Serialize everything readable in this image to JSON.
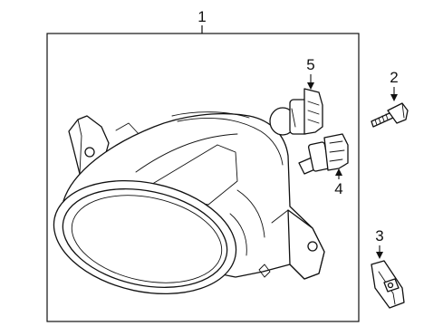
{
  "callouts": {
    "c1": "1",
    "c2": "2",
    "c3": "3",
    "c4": "4",
    "c5": "5"
  },
  "colors": {
    "line": "#111111",
    "background": "#ffffff"
  }
}
